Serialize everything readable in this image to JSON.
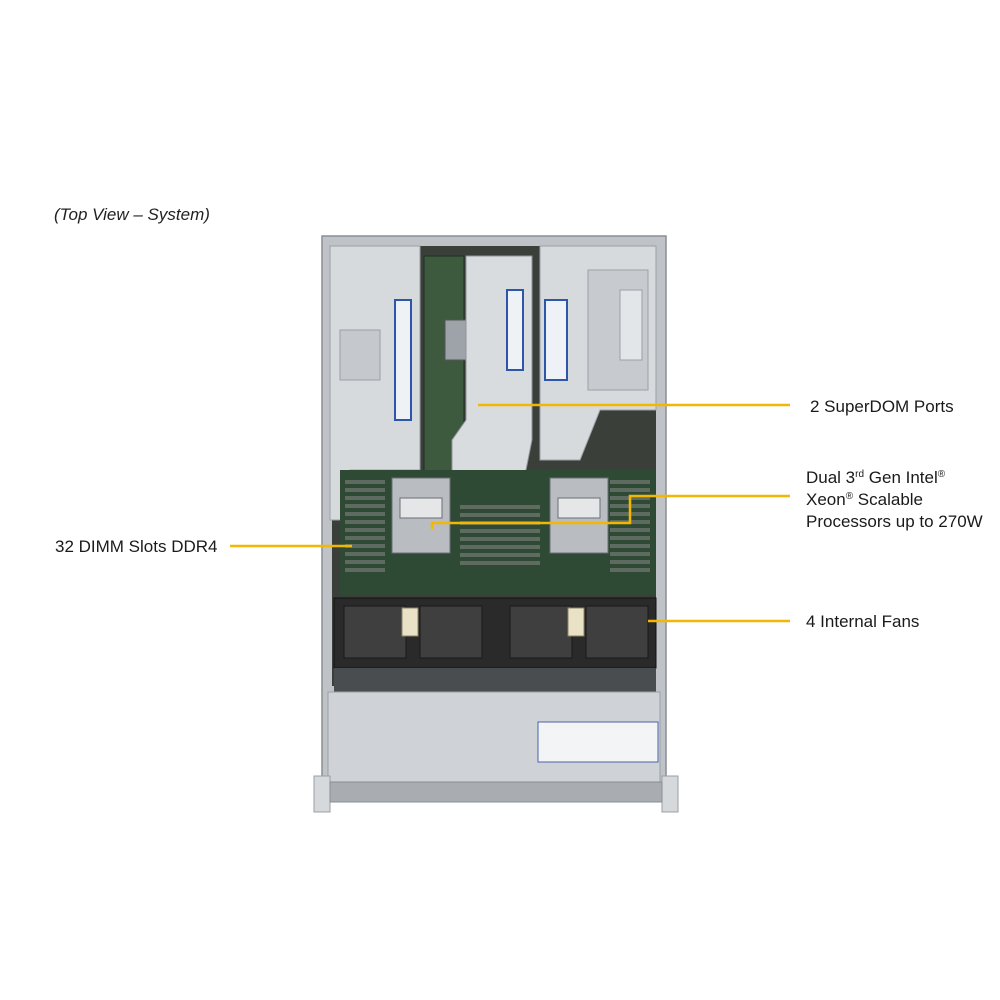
{
  "caption": "(Top View – System)",
  "callouts": {
    "superdom": "2 SuperDOM Ports",
    "cpu": {
      "line1_pre": "Dual 3",
      "line1_sup": "rd",
      "line1_post": " Gen Intel",
      "reg_mark": "®",
      "line2_pre": "Xeon",
      "line2_post": " Scalable",
      "line3": "Processors up to 270W"
    },
    "dimm": "32 DIMM Slots DDR4",
    "fans": "4 Internal Fans"
  },
  "colors": {
    "leader_line": "#f2b705",
    "chassis_metal": "#c9ccd0",
    "motherboard": "#2f4a34",
    "riser_blue": "#2d55a8",
    "fan_dark": "#2a2a2a"
  }
}
